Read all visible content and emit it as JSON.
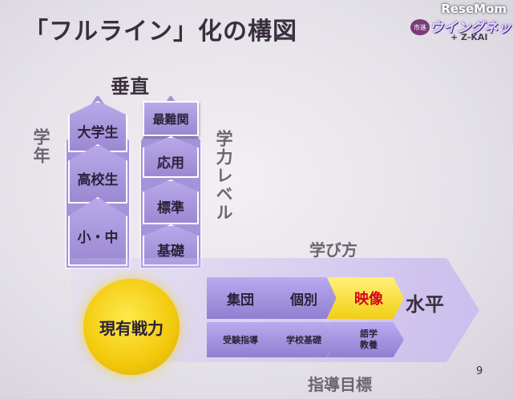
{
  "slide": {
    "title": "「フルライン」化の構図",
    "watermark": "ReseMom",
    "logo": {
      "badge": "市進",
      "main": "ウイングネット",
      "sub": "+ Z-KAI"
    },
    "vertical_heading": "垂直",
    "grade_label": "学年",
    "ability_label": "学力レベル",
    "grade_column": [
      "大学生",
      "高校生",
      "小・中"
    ],
    "level_column": [
      "最難関",
      "応用",
      "標準",
      "基礎"
    ],
    "circle_label": "現有戦力",
    "how_to_learn_label": "学び方",
    "learning_methods": [
      "集団",
      "個別",
      "映像"
    ],
    "horizontal_heading": "水平",
    "goals": [
      "受験指導",
      "学校基礎",
      "語学\n教養"
    ],
    "goals_label": "指導目標",
    "page_number": "9"
  }
}
